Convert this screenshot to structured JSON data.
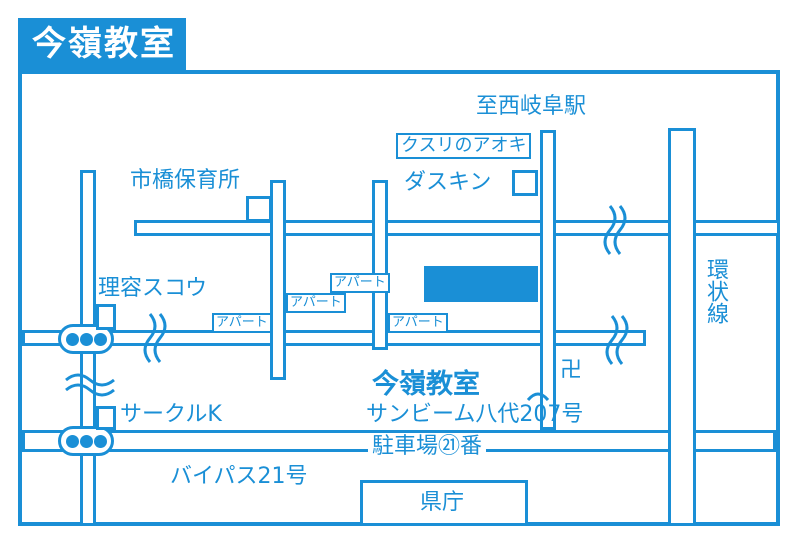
{
  "title": "今嶺教室",
  "destination": "今嶺教室",
  "landmarks": {
    "gifu_station": "至西岐阜駅",
    "kusuri": "クスリのアオキ",
    "duskin": "ダスキン",
    "ichihashi": "市橋保育所",
    "barber": "理容スコウ",
    "circle_k": "サークルK",
    "sunbeam": "サンビーム八代207号",
    "parking": "駐車場㉑番",
    "bypass": "バイパス21号",
    "prefecture": "県庁",
    "ring_road": "環状線",
    "temple": "卍"
  },
  "apartments": [
    "アパート",
    "アパート",
    "アパート",
    "アパート"
  ],
  "colors": {
    "accent": "#1a8fd6",
    "background": "#ffffff"
  },
  "icons": [
    "traffic-signal-icon",
    "traffic-signal-icon",
    "temple-icon",
    "road-break-icon"
  ]
}
